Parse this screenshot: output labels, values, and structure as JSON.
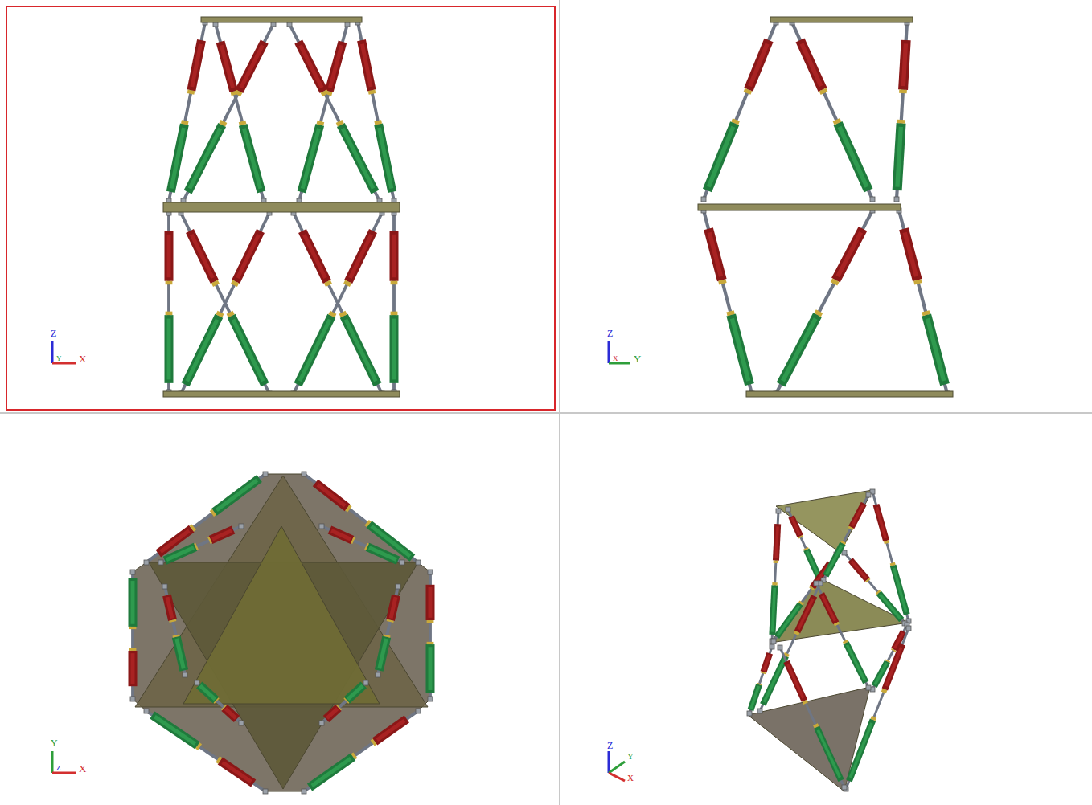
{
  "diagram": {
    "labels": [
      "Z",
      "Y",
      "X",
      "Z",
      "X",
      "Y",
      "Y",
      "Z",
      "X",
      "Z",
      "Y",
      "X"
    ]
  }
}
